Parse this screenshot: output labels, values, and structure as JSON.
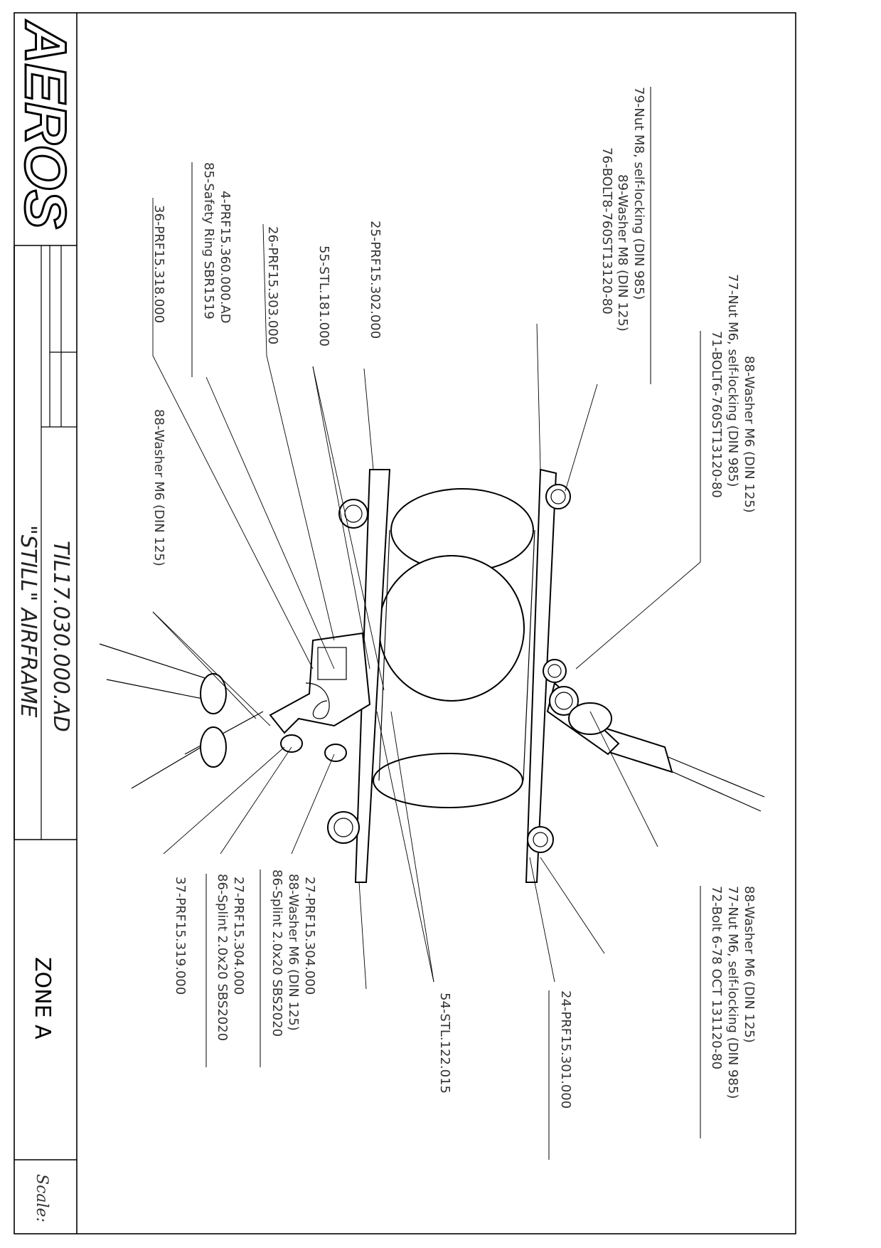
{
  "title_block": {
    "brand": "AEROS",
    "drawing_number": "TIL17.030.000.AD",
    "drawing_name": "\"STILL\" AIRFRAME",
    "zone": "ZONE A",
    "scale_label": "Scale:"
  },
  "callouts": {
    "c79": "79-Nut M8, self-locking (DIN 985)",
    "c89": "89-Washer M8 (DIN 125)",
    "c76": "76-BOLT8-760ST13120-80",
    "c88a": "88-Washer M6 (DIN 125)",
    "c77a": "77-Nut M6, self-locking (DIN 985)",
    "c71": "71-BOLT6-760ST13120-80",
    "c25": "25-PRF15.302.000",
    "c55": "55-STL.181.000",
    "c26": "26-PRF15.303.000",
    "c4": "4-PRF15.360.000.AD",
    "c85": "85-Safety Ring SBR1519",
    "c36": "36-PRF15.318.000",
    "c88b": "88-Washer M6 (DIN 125)",
    "c37": "37-PRF15.319.000",
    "c27a": "27-PRF15.304.000",
    "c86a": "86-Splint 2.0x20 SBS2020",
    "c27b": "27-PRF15.304.000",
    "c88c": "88-Washer M6 (DIN 125)",
    "c86b": "86-Splint 2.0x20 SBS2020",
    "c54": "54-STL.122.015",
    "c24": "24-PRF15.301.000",
    "c88d": "88-Washer M6 (DIN 125)",
    "c77b": "77-Nut M6, self-locking (DIN 985)",
    "c72": "72-Bolt 6-78 OCT 131120-80"
  }
}
